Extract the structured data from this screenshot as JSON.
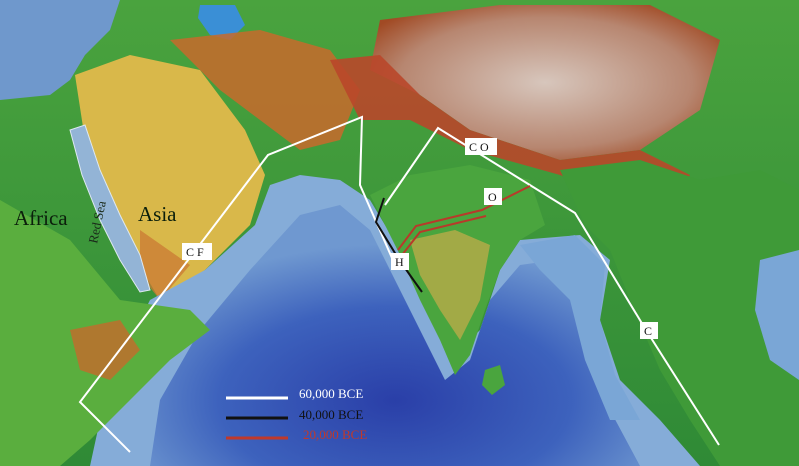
{
  "regions": {
    "africa": "Africa",
    "asia": "Asia",
    "red_sea": "Red Sea"
  },
  "haplogroup_labels": {
    "cf": "C F",
    "co": "C O",
    "o": "O",
    "h": "H",
    "c": "C"
  },
  "legend": {
    "items": [
      {
        "label": "60,000 BCE",
        "color": "#ffffff"
      },
      {
        "label": "40,000 BCE",
        "color": "#111111"
      },
      {
        "label": "20,000 BCE",
        "color": "#c0392b"
      }
    ]
  },
  "colors": {
    "ocean_deep": "#2f4fb0",
    "ocean_shelf": "#7fa8d8",
    "lowland": "#3c9a3c",
    "highland": "#c46a28",
    "plateau": "#c9b3a6",
    "route_60k": "#ffffff",
    "route_40k": "#111111",
    "route_20k": "#b83a2a"
  }
}
